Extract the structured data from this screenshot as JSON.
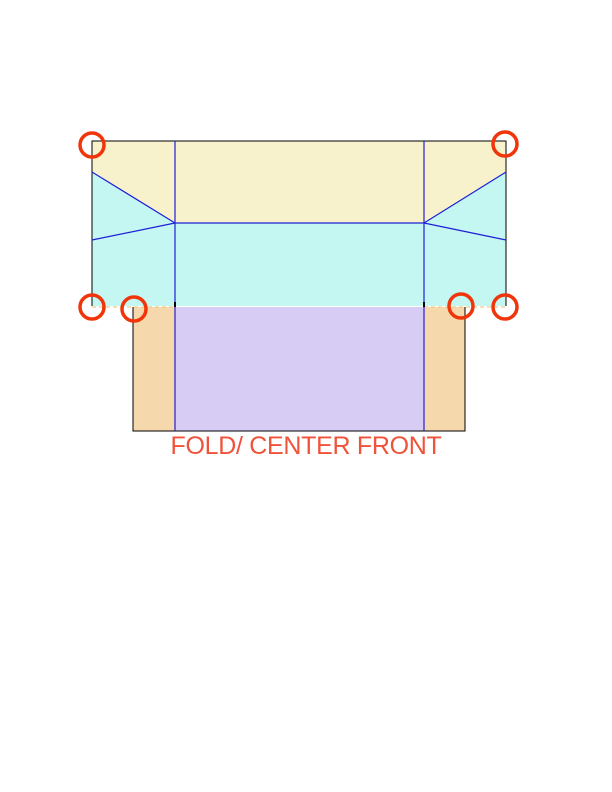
{
  "diagram": {
    "fold_label": "FOLD/ CENTER FRONT",
    "colors": {
      "top_panel": "#f8f2cc",
      "middle_band": "#c4f6f2",
      "bottom_center": "#d7ccf3",
      "bottom_sides": "#f5d9ac",
      "outline": "#000000",
      "seam_lines": "#1f1fd8",
      "markers": "#f0350b",
      "label": "#f0523a",
      "fold_line": "#f2c98a"
    },
    "markers": [
      {
        "name": "corner-marker-top-left"
      },
      {
        "name": "corner-marker-top-right"
      },
      {
        "name": "corner-marker-mid-left-outer"
      },
      {
        "name": "corner-marker-mid-left-inner"
      },
      {
        "name": "corner-marker-mid-right-inner"
      },
      {
        "name": "corner-marker-mid-right-outer"
      }
    ]
  }
}
